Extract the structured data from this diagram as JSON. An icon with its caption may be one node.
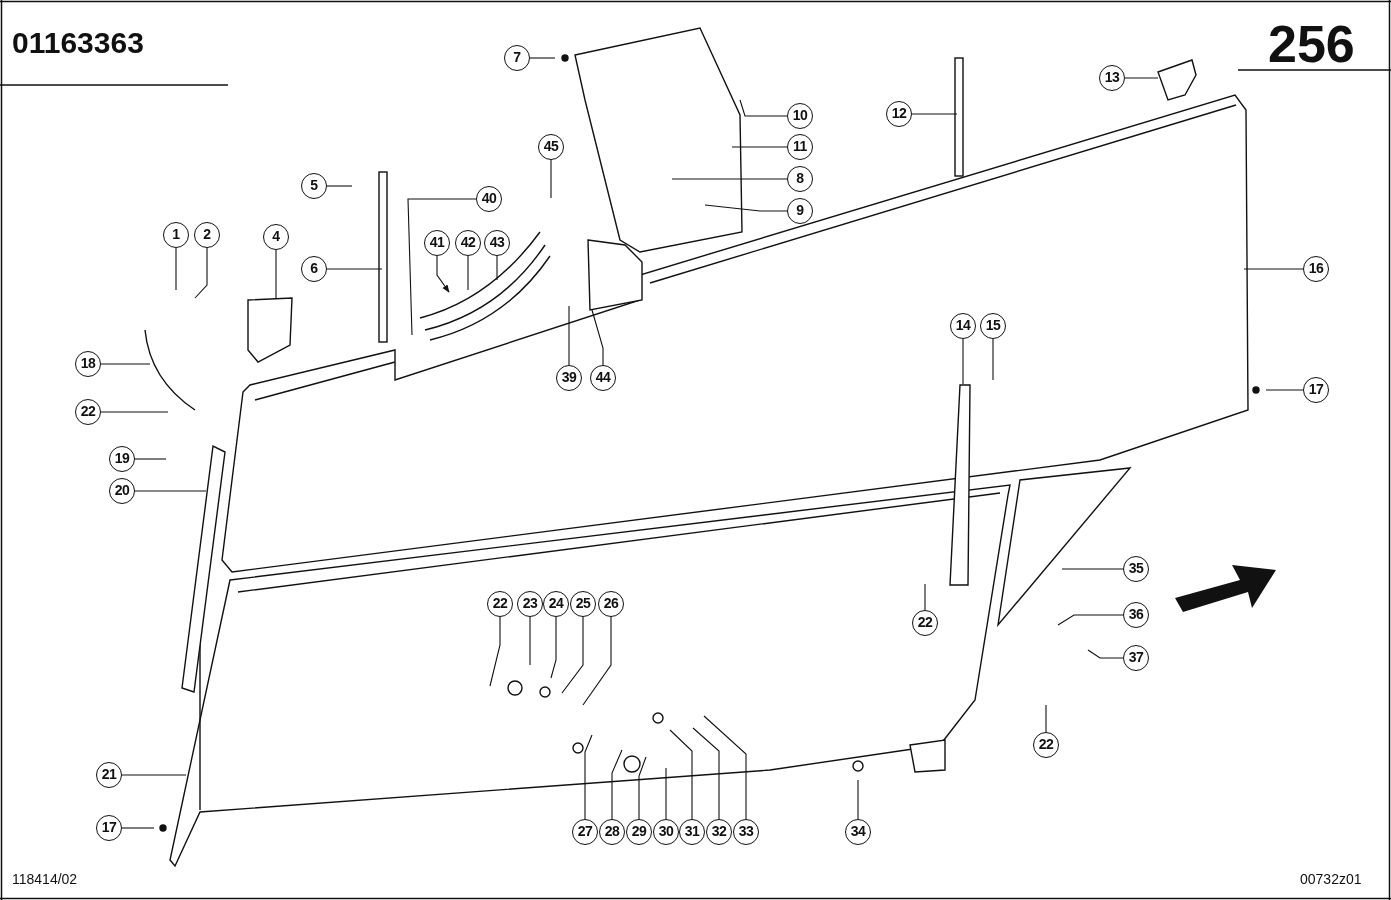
{
  "diagram": {
    "nodes": [
      {
        "text": [
          "7"
        ]
      },
      {
        "text": [
          "13"
        ]
      },
      {
        "text": [
          "10"
        ]
      },
      {
        "text": [
          "12"
        ]
      },
      {
        "text": [
          "11"
        ]
      },
      {
        "text": [
          "45"
        ]
      },
      {
        "text": [
          "8"
        ]
      },
      {
        "text": [
          "5"
        ]
      },
      {
        "text": [
          "40"
        ]
      },
      {
        "text": [
          "9"
        ]
      },
      {
        "text": [
          "1"
        ]
      },
      {
        "text": [
          "2"
        ]
      },
      {
        "text": [
          "4"
        ]
      },
      {
        "text": [
          "41"
        ]
      },
      {
        "text": [
          "42"
        ]
      },
      {
        "text": [
          "43"
        ]
      },
      {
        "text": [
          "6"
        ]
      },
      {
        "text": [
          "16"
        ]
      },
      {
        "text": [
          "14"
        ]
      },
      {
        "text": [
          "15"
        ]
      },
      {
        "text": [
          "18"
        ]
      },
      {
        "text": [
          "39"
        ]
      },
      {
        "text": [
          "44"
        ]
      },
      {
        "text": [
          "17"
        ]
      },
      {
        "text": [
          "22"
        ]
      },
      {
        "text": [
          "19"
        ]
      },
      {
        "text": [
          "20"
        ]
      },
      {
        "text": [
          "35"
        ]
      },
      {
        "text": [
          "22"
        ]
      },
      {
        "text": [
          "23"
        ]
      },
      {
        "text": [
          "24"
        ]
      },
      {
        "text": [
          "25"
        ]
      },
      {
        "text": [
          "26"
        ]
      },
      {
        "text": [
          "36"
        ]
      },
      {
        "text": [
          "22"
        ]
      },
      {
        "text": [
          "37"
        ]
      },
      {
        "text": [
          "22"
        ]
      },
      {
        "text": [
          "21"
        ]
      },
      {
        "text": [
          "17"
        ]
      },
      {
        "text": [
          "27"
        ]
      },
      {
        "text": [
          "28"
        ]
      },
      {
        "text": [
          "29"
        ]
      },
      {
        "text": [
          "30"
        ]
      },
      {
        "text": [
          "31"
        ]
      },
      {
        "text": [
          "32"
        ]
      },
      {
        "text": [
          "33"
        ]
      },
      {
        "text": [
          "34"
        ]
      }
    ],
    "edges": [
      {
        "from": 0,
        "to": null,
        "arrow": "none"
      },
      {
        "from": 1,
        "to": null,
        "arrow": "none"
      },
      {
        "from": 2,
        "to": null,
        "arrow": "none"
      },
      {
        "from": 3,
        "to": null,
        "arrow": "none"
      },
      {
        "from": 4,
        "to": null,
        "arrow": "none"
      },
      {
        "from": 5,
        "to": null,
        "arrow": "none"
      },
      {
        "from": 6,
        "to": null,
        "arrow": "none"
      },
      {
        "from": 7,
        "to": null,
        "arrow": "none"
      },
      {
        "from": 8,
        "to": null,
        "arrow": "none"
      },
      {
        "from": 9,
        "to": null,
        "arrow": "none"
      },
      {
        "from": 10,
        "to": null,
        "arrow": "none"
      },
      {
        "from": 11,
        "to": null,
        "arrow": "none"
      },
      {
        "from": 12,
        "to": null,
        "arrow": "none"
      },
      {
        "from": 13,
        "to": null,
        "arrow": "to"
      },
      {
        "from": 14,
        "to": null,
        "arrow": "none"
      },
      {
        "from": 15,
        "to": null,
        "arrow": "none"
      },
      {
        "from": 16,
        "to": null,
        "arrow": "none"
      },
      {
        "from": 17,
        "to": null,
        "arrow": "none"
      },
      {
        "from": 18,
        "to": null,
        "arrow": "none"
      },
      {
        "from": 19,
        "to": null,
        "arrow": "none"
      },
      {
        "from": 20,
        "to": null,
        "arrow": "none"
      },
      {
        "from": 21,
        "to": null,
        "arrow": "none"
      },
      {
        "from": 22,
        "to": null,
        "arrow": "none"
      },
      {
        "from": 23,
        "to": null,
        "arrow": "none"
      },
      {
        "from": 24,
        "to": null,
        "arrow": "none"
      },
      {
        "from": 25,
        "to": null,
        "arrow": "none"
      },
      {
        "from": 26,
        "to": null,
        "arrow": "none"
      },
      {
        "from": 27,
        "to": null,
        "arrow": "none"
      },
      {
        "from": 28,
        "to": null,
        "arrow": "none"
      },
      {
        "from": 29,
        "to": null,
        "arrow": "none"
      },
      {
        "from": 30,
        "to": null,
        "arrow": "none"
      },
      {
        "from": 31,
        "to": null,
        "arrow": "none"
      },
      {
        "from": 32,
        "to": null,
        "arrow": "none"
      },
      {
        "from": 33,
        "to": null,
        "arrow": "none"
      },
      {
        "from": 34,
        "to": null,
        "arrow": "none"
      },
      {
        "from": 35,
        "to": null,
        "arrow": "none"
      },
      {
        "from": 36,
        "to": null,
        "arrow": "none"
      },
      {
        "from": 37,
        "to": null,
        "arrow": "none"
      },
      {
        "from": 38,
        "to": null,
        "arrow": "none"
      },
      {
        "from": 39,
        "to": null,
        "arrow": "none"
      },
      {
        "from": 40,
        "to": null,
        "arrow": "none"
      },
      {
        "from": 41,
        "to": null,
        "arrow": "none"
      },
      {
        "from": 42,
        "to": null,
        "arrow": "none"
      },
      {
        "from": 43,
        "to": null,
        "arrow": "none"
      },
      {
        "from": 44,
        "to": null,
        "arrow": "none"
      },
      {
        "from": 45,
        "to": null,
        "arrow": "none"
      },
      {
        "from": 46,
        "to": null,
        "arrow": "none"
      }
    ],
    "labels": [
      "01163363",
      "256",
      "118414/02",
      "00732z01"
    ]
  }
}
